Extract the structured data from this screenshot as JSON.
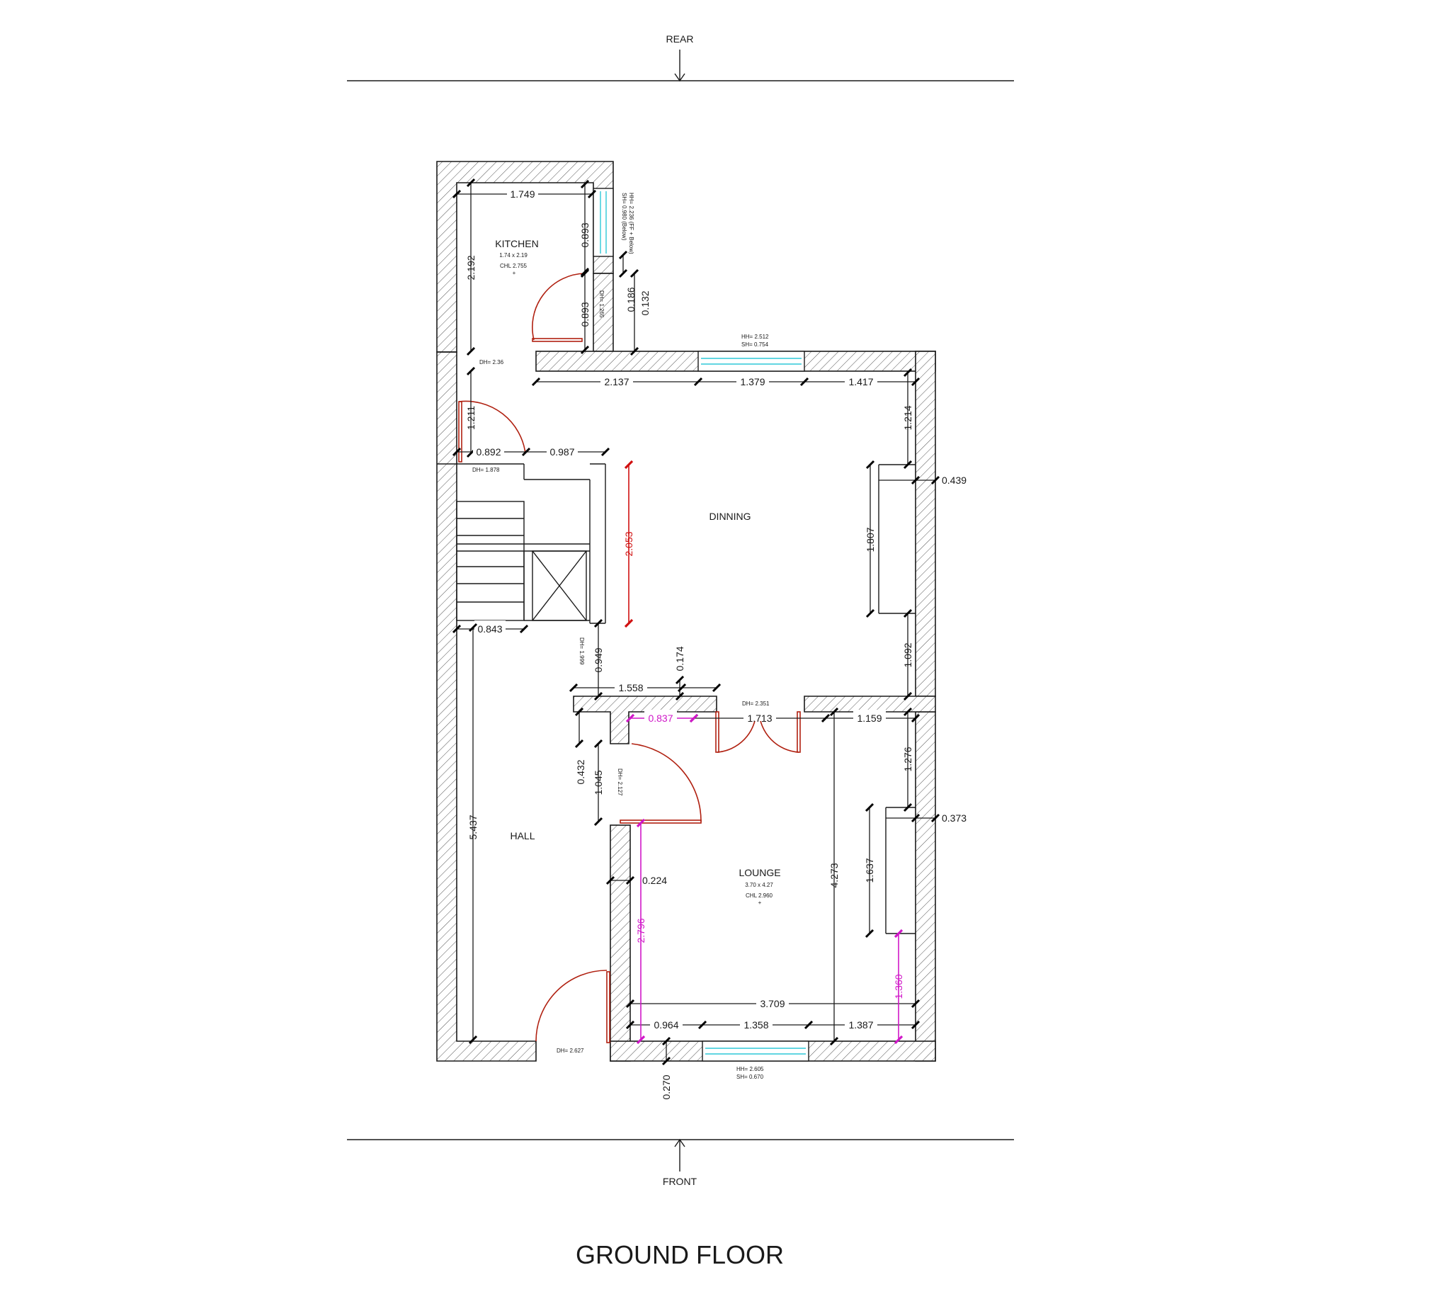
{
  "orientation": {
    "rear": "REAR",
    "front": "FRONT"
  },
  "title": "GROUND FLOOR",
  "rooms": {
    "kitchen": {
      "name": "KITCHEN",
      "size": "1.74 x 2.19",
      "chl": "CHL 2.755",
      "mark": "+"
    },
    "dinning": {
      "name": "DINNING"
    },
    "hall": {
      "name": "HALL"
    },
    "lounge": {
      "name": "LOUNGE",
      "size": "3.70 x 4.27",
      "chl": "CHL 2.960",
      "mark": "+"
    }
  },
  "annotations": {
    "kitchen_window": "HH= 2.236 (FF + Below)",
    "kitchen_window_sh": "SH= 0.980 (Below)",
    "kitchen_door": "DH= 1.265",
    "dh_236": "DH= 2.36",
    "dinning_window_hh": "HH= 2.512",
    "dinning_window_sh": "SH= 0.754",
    "dh_1878": "DH= 1.878",
    "dh_1999": "DH= 1.999",
    "dh_2351": "DH= 2.351",
    "dh_2127": "DH= 2.127",
    "dh_2627": "DH= 2.627",
    "lounge_window_hh": "HH= 2.605",
    "lounge_window_sh": "SH= 0.670"
  },
  "dimensions": {
    "d1749": "1.749",
    "d0893a": "0.893",
    "d2192": "2.192",
    "d0893b": "0.893",
    "d0186": "0.186",
    "d0132": "0.132",
    "d2137": "2.137",
    "d1379": "1.379",
    "d1417": "1.417",
    "d1214": "1.214",
    "d1211": "1.211",
    "d0892": "0.892",
    "d0987": "0.987",
    "d0439": "0.439",
    "d2053": "2.053",
    "d1807": "1.807",
    "d0843": "0.843",
    "d0949": "0.949",
    "d0174": "0.174",
    "d1092": "1.092",
    "d1558": "1.558",
    "d0837": "0.837",
    "d1713": "1.713",
    "d1159": "1.159",
    "d0432": "0.432",
    "d1045": "1.045",
    "d1276": "1.276",
    "d0373": "0.373",
    "d5437": "5.437",
    "d0224": "0.224",
    "d4273": "4.273",
    "d1637": "1.637",
    "d2796": "2.796",
    "d1360": "1.360",
    "d3709": "3.709",
    "d0964": "0.964",
    "d1358": "1.358",
    "d1387": "1.387",
    "d0270": "0.270"
  }
}
